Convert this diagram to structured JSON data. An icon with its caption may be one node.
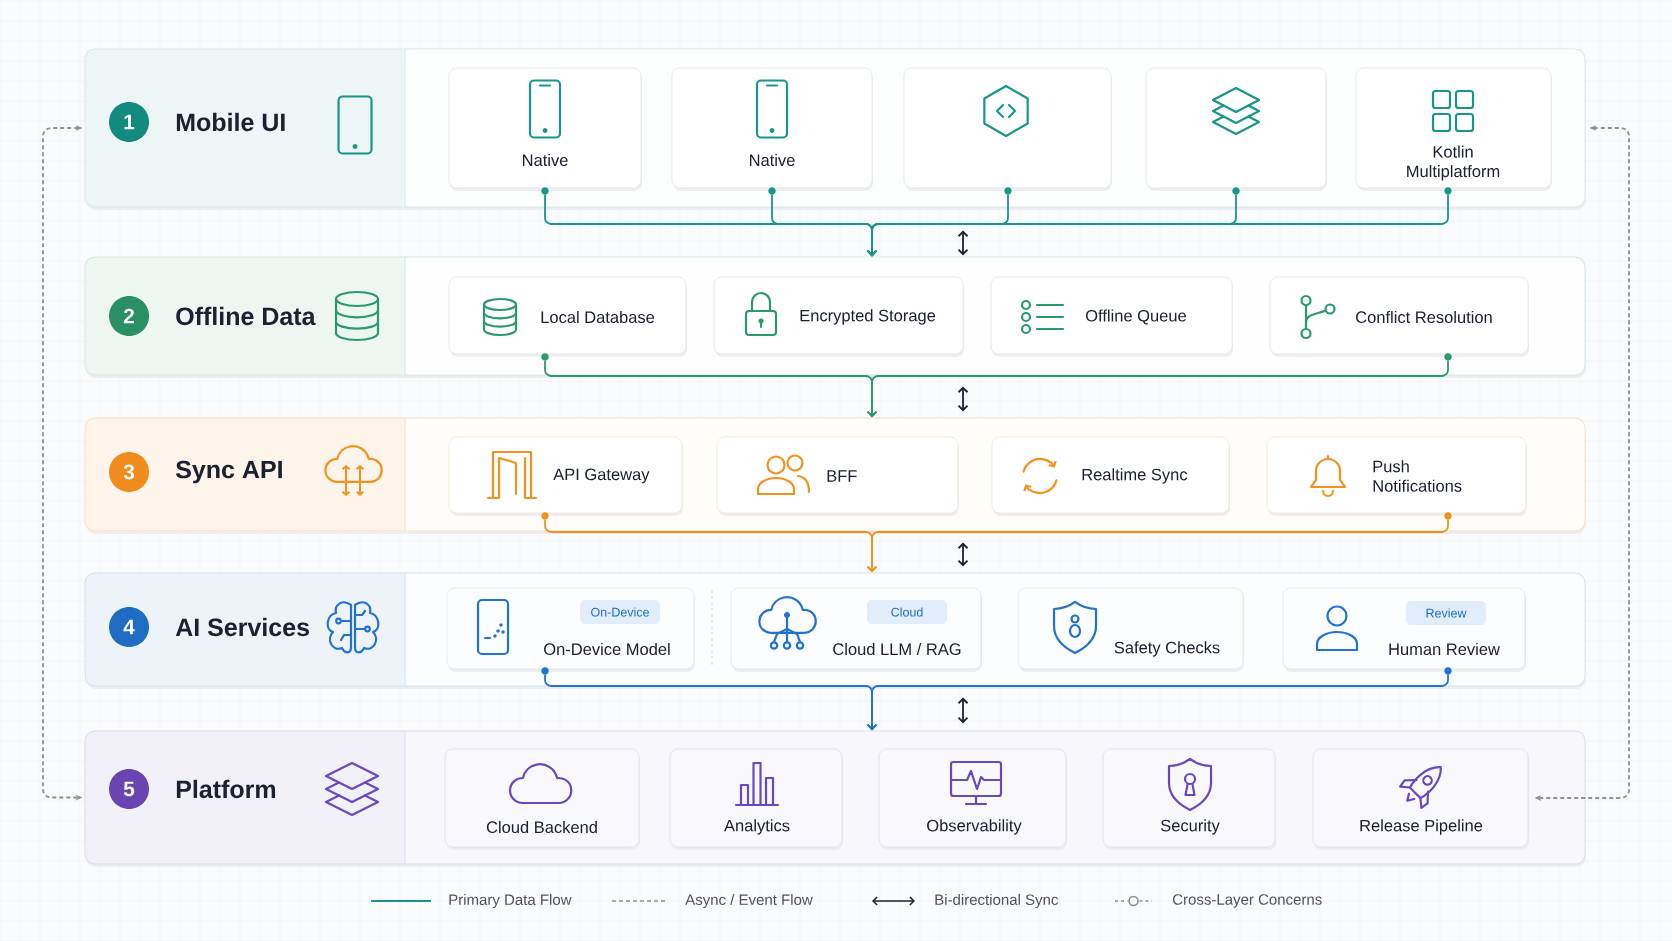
{
  "diagram": {
    "nodes": [
      {
        "text": [
          "Mobile UI"
        ]
      },
      {
        "text": [
          "1"
        ],
        "in": 0
      },
      {
        "text": [
          "Native"
        ],
        "in": 0
      },
      {
        "text": [
          "Native"
        ],
        "in": 0
      },
      {
        "text": [],
        "shape": "box",
        "in": 0
      },
      {
        "text": [],
        "shape": "box",
        "in": 0
      },
      {
        "text": [
          "Kotlin Multiplatform"
        ],
        "in": 0
      },
      {
        "text": [],
        "shape": "circle",
        "in": 0
      },
      {
        "text": [],
        "shape": "circle",
        "in": 0
      },
      {
        "text": [],
        "shape": "circle",
        "in": 0
      },
      {
        "text": [],
        "shape": "circle",
        "in": 0
      },
      {
        "text": [],
        "shape": "circle",
        "in": 0
      },
      {
        "text": [
          "Offline Data"
        ]
      },
      {
        "text": [
          "2"
        ],
        "in": 12
      },
      {
        "text": [
          "Local Database"
        ],
        "in": 12
      },
      {
        "text": [
          "Encrypted Storage"
        ],
        "in": 12
      },
      {
        "text": [
          "Offline Queue"
        ],
        "in": 12
      },
      {
        "text": [
          "Conflict Resolution"
        ],
        "in": 12
      },
      {
        "text": [],
        "shape": "circle",
        "in": 12
      },
      {
        "text": [],
        "shape": "circle",
        "in": 12
      },
      {
        "text": [
          "Sync API"
        ]
      },
      {
        "text": [
          "3"
        ],
        "in": 20
      },
      {
        "text": [
          "API Gateway"
        ],
        "in": 20
      },
      {
        "text": [
          "BFF"
        ],
        "in": 20
      },
      {
        "text": [
          "Realtime Sync"
        ],
        "in": 20
      },
      {
        "text": [
          "Push Notifications"
        ],
        "in": 20
      },
      {
        "text": [],
        "shape": "circle",
        "in": 20
      },
      {
        "text": [],
        "shape": "circle",
        "in": 20
      },
      {
        "text": [
          "AI Services"
        ]
      },
      {
        "text": [
          "4"
        ],
        "in": 28
      },
      {
        "text": [
          "On-Device Model"
        ],
        "in": 28
      },
      {
        "text": [
          "On-Device"
        ],
        "in": 30
      },
      {
        "text": [
          "Cloud LLM / RAG"
        ],
        "in": 28
      },
      {
        "text": [
          "Cloud"
        ],
        "in": 32
      },
      {
        "text": [
          "Safety Checks"
        ],
        "in": 28
      },
      {
        "text": [
          "Human Review"
        ],
        "in": 28
      },
      {
        "text": [
          "Review"
        ],
        "in": 35
      },
      {
        "text": [],
        "shape": "circle",
        "in": 28
      },
      {
        "text": [],
        "shape": "circle",
        "in": 28
      },
      {
        "text": [
          "Platform"
        ]
      },
      {
        "text": [
          "5"
        ],
        "in": 39
      },
      {
        "text": [
          "Cloud Backend"
        ],
        "in": 39
      },
      {
        "text": [
          "Analytics"
        ],
        "in": 39
      },
      {
        "text": [
          "Observability"
        ],
        "in": 39
      },
      {
        "text": [
          "Security"
        ],
        "in": 39
      },
      {
        "text": [
          "Release Pipeline"
        ],
        "in": 39
      }
    ],
    "edges": [
      {
        "from": 7,
        "to": 12,
        "arrow": "to",
        "color": "#17968a"
      },
      {
        "from": 8,
        "to": 12,
        "arrow": "to",
        "color": "#17968a"
      },
      {
        "from": 9,
        "to": 12,
        "arrow": "to",
        "color": "#17968a"
      },
      {
        "from": 10,
        "to": 12,
        "arrow": "to",
        "color": "#17968a"
      },
      {
        "from": 11,
        "to": 12,
        "arrow": "to",
        "color": "#17968a"
      },
      {
        "from": 18,
        "to": 20,
        "arrow": "to",
        "color": "#2b9a6b"
      },
      {
        "from": 19,
        "to": 20,
        "arrow": "to",
        "color": "#2b9a6b"
      },
      {
        "from": 26,
        "to": 28,
        "arrow": "to",
        "color": "#f2921e"
      },
      {
        "from": 27,
        "to": 28,
        "arrow": "to",
        "color": "#f2921e"
      },
      {
        "from": 37,
        "to": 39,
        "arrow": "to",
        "color": "#2272d0"
      },
      {
        "from": 38,
        "to": 39,
        "arrow": "to",
        "color": "#2272d0"
      },
      {
        "from": 0,
        "to": 12,
        "arrow": "both",
        "color": "#1b2130"
      },
      {
        "from": 12,
        "to": 20,
        "arrow": "both",
        "color": "#1b2130"
      },
      {
        "from": 20,
        "to": 28,
        "arrow": "both",
        "color": "#1b2130"
      },
      {
        "from": 28,
        "to": 39,
        "arrow": "both",
        "color": "#1b2130"
      },
      {
        "from": 0,
        "to": 39,
        "arrow": "both",
        "style": "dashed",
        "color": "#8a8f99"
      },
      {
        "from": 0,
        "to": 45,
        "arrow": "both",
        "style": "dashed",
        "color": "#8a8f99"
      }
    ],
    "legend": [
      {
        "text": "Primary Data Flow"
      },
      {
        "text": "Async / Event Flow"
      },
      {
        "text": "Bi-directional Sync"
      },
      {
        "text": "Cross-Layer Concerns"
      }
    ]
  }
}
